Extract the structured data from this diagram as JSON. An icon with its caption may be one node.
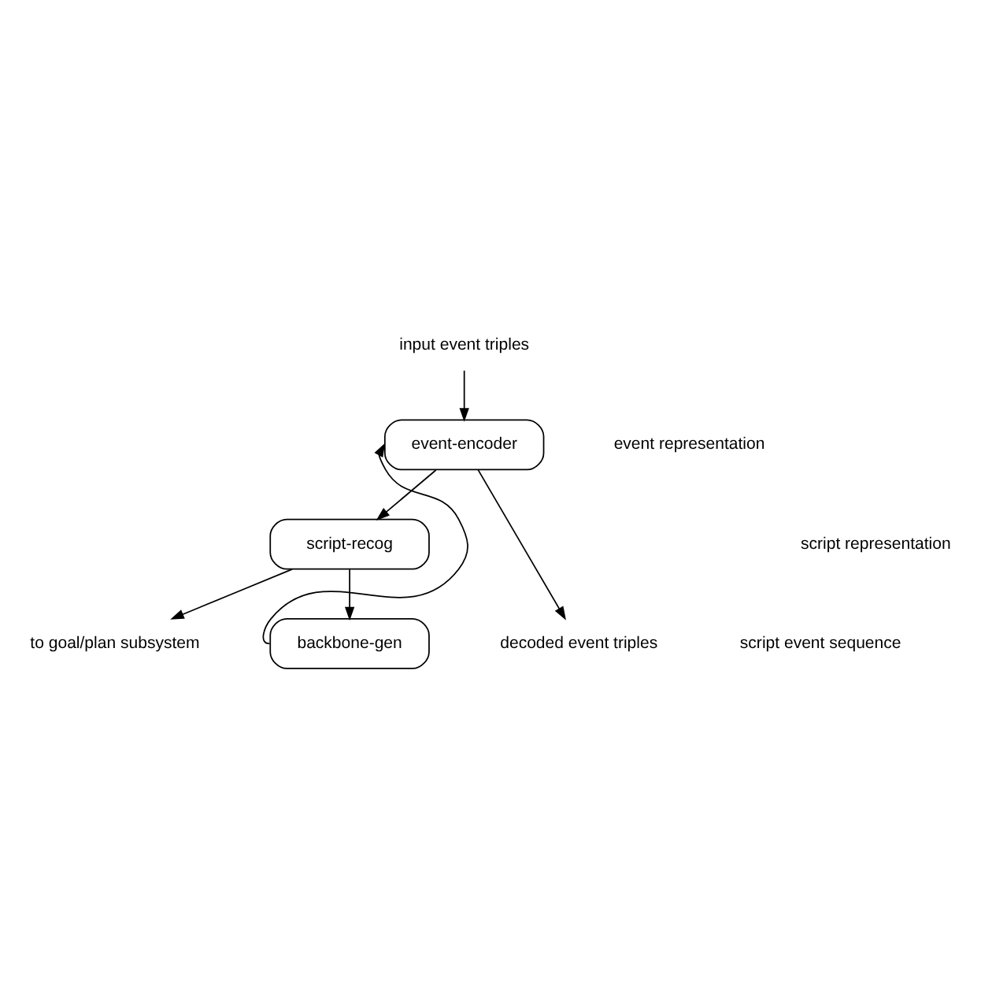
{
  "diagram": {
    "nodes": [
      {
        "text": [
          "input event triples"
        ]
      },
      {
        "text": [
          "event-encoder"
        ]
      },
      {
        "text": [
          "script-recog"
        ]
      },
      {
        "text": [
          "to goal/plan subsystem"
        ]
      },
      {
        "text": [
          "backbone-gen"
        ]
      },
      {
        "text": [
          "decoded event triples"
        ]
      }
    ],
    "edges": [
      {
        "from": 0,
        "to": 1,
        "arrow": "to"
      },
      {
        "from": 1,
        "to": 2,
        "arrow": "to"
      },
      {
        "from": 2,
        "to": 3,
        "arrow": "to"
      },
      {
        "from": 2,
        "to": 4,
        "arrow": "to"
      },
      {
        "from": 4,
        "to": 1,
        "arrow": "to"
      },
      {
        "from": 1,
        "to": 5,
        "arrow": "to"
      }
    ],
    "labels": [
      "event representation",
      "script representation",
      "script event sequence"
    ]
  }
}
